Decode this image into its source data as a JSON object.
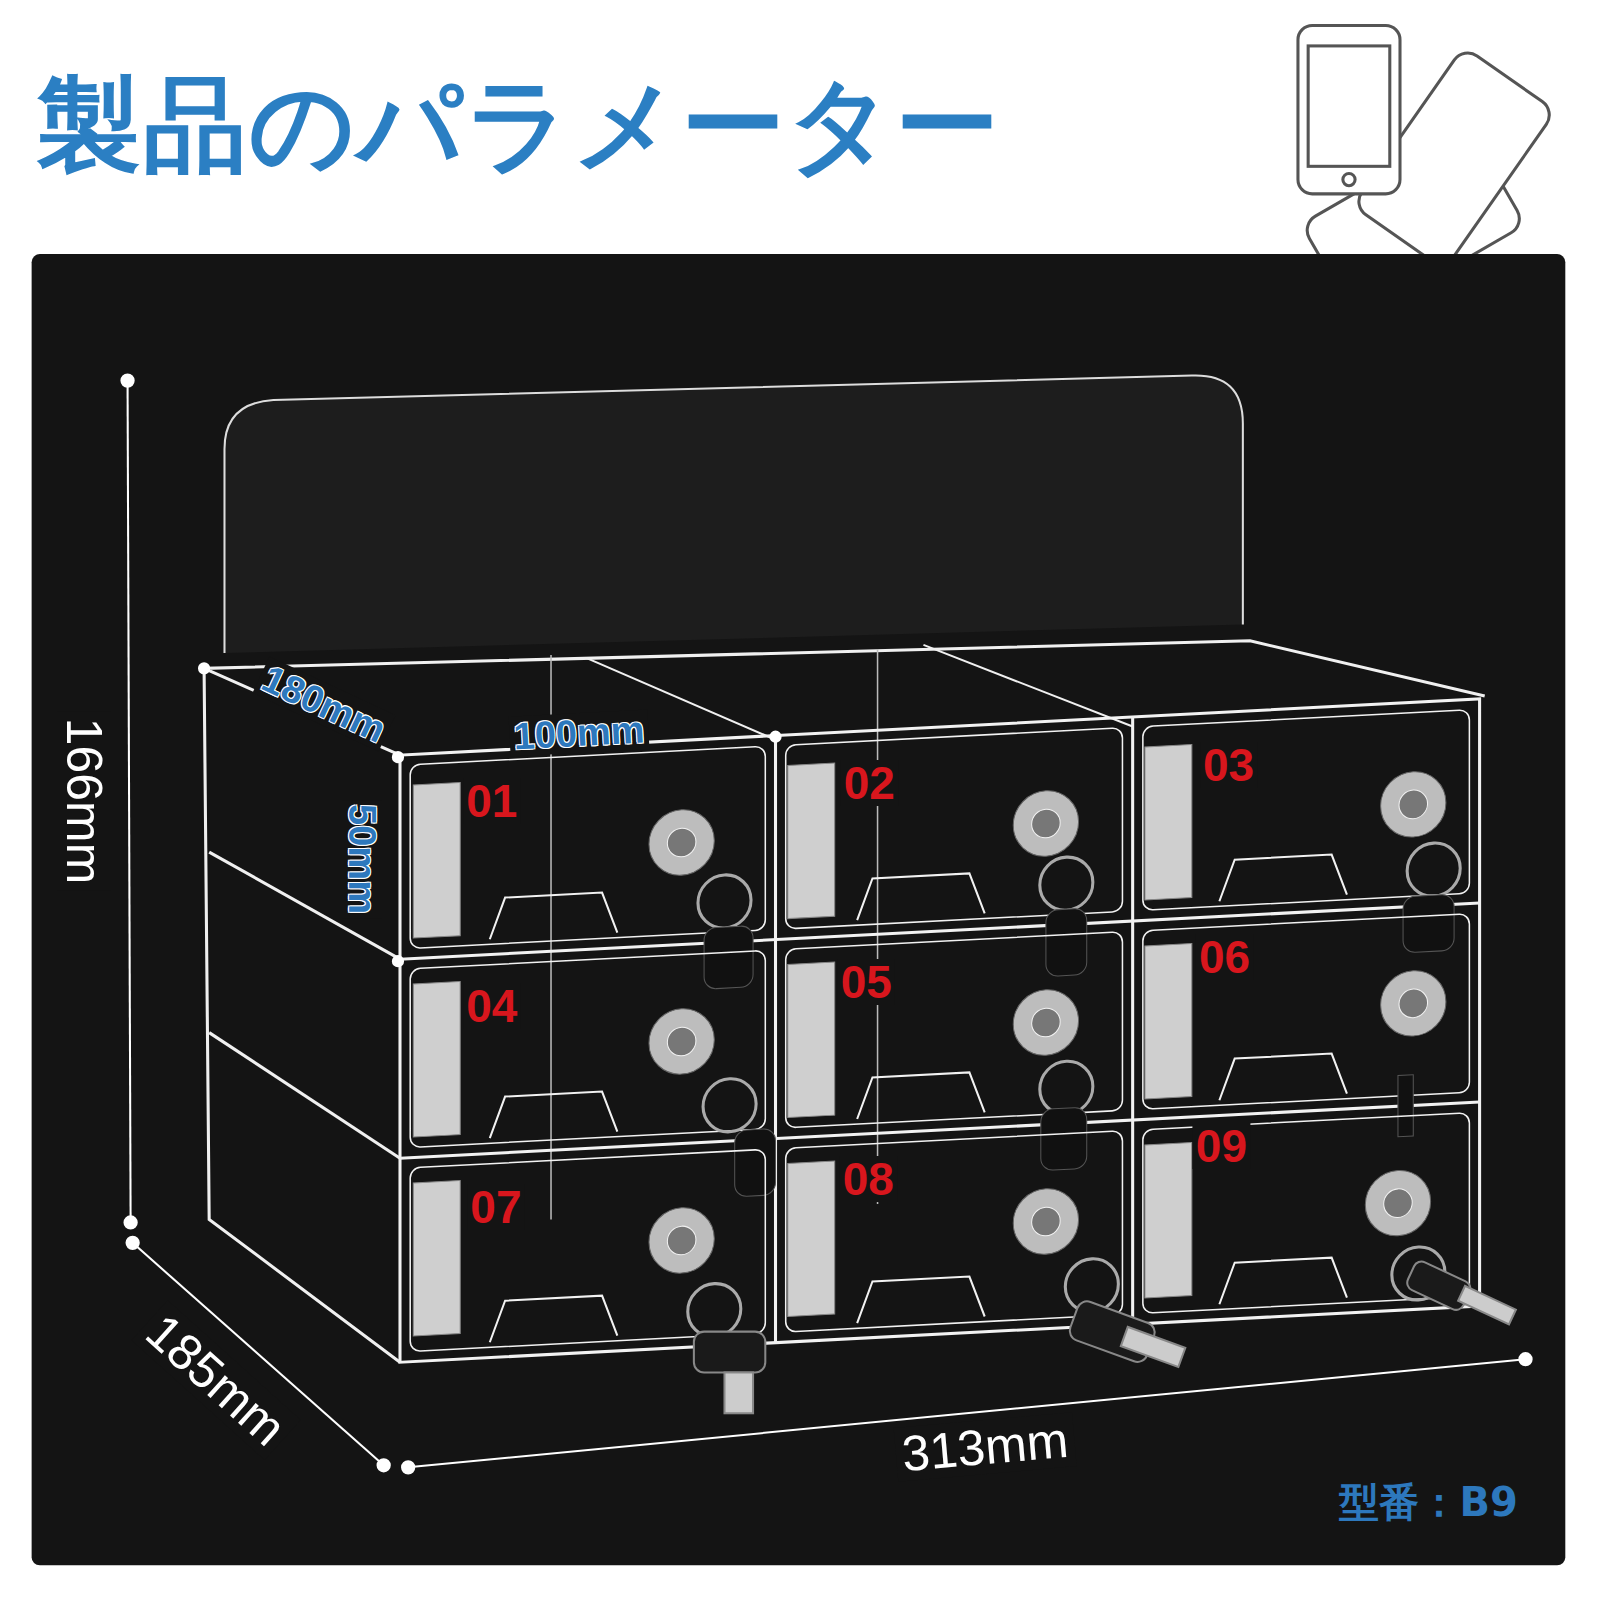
{
  "diagram": {
    "title": "製品のパラメーター",
    "labels": [
      "166mm",
      "180mm",
      "100mm",
      "50mm",
      "01",
      "02",
      "03",
      "04",
      "05",
      "06",
      "07",
      "08",
      "09",
      "185mm",
      "313mm",
      "型番：B9"
    ]
  }
}
